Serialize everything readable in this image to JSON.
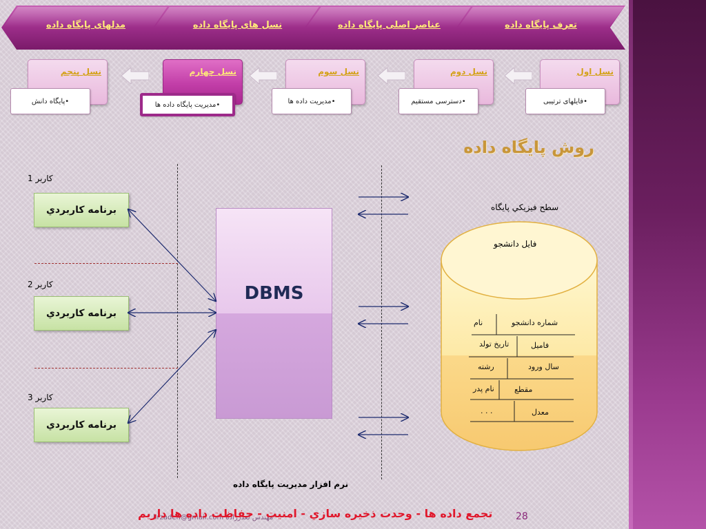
{
  "tabs": [
    {
      "label": "مدلهای پایگاه داده"
    },
    {
      "label": "نسل های پایگاه داده"
    },
    {
      "label": "عناصر اصلی پایگاه داده"
    },
    {
      "label": "تعرف پایگاه داده"
    }
  ],
  "generations": [
    {
      "label": "نسل پنجم",
      "sub": "•پایگاه دانش"
    },
    {
      "label": "نسل چهارم",
      "sub": "•مدیریت پایگاه داده ها"
    },
    {
      "label": "نسل سوم",
      "sub": "•مدیریت داده ها"
    },
    {
      "label": "نسل دوم",
      "sub": "•دسترسی مستقیم"
    },
    {
      "label": "نسل اول",
      "sub": "•فایلهای ترتیبی"
    }
  ],
  "slide_title": "روش پایگاه داده",
  "users": [
    {
      "label": "کاربر 1",
      "app": "برنامه کاربردي"
    },
    {
      "label": "کاربر 2",
      "app": "برنامه کاربردي"
    },
    {
      "label": "کاربر 3",
      "app": "برنامه کاربردي"
    }
  ],
  "dbms_label": "DBMS",
  "physical_label": "سطح فيزيکي پايگاه",
  "file_label": "فايل دانشجو",
  "fields": {
    "student_no": "شماره دانشجو",
    "name": "نام",
    "family": "فاميل",
    "birth_date": "تاريخ تولد",
    "entry_year": "سال ورود",
    "major": "رشته",
    "level": "مقطع",
    "father_name": "نام پدر",
    "gpa": "معدل",
    "etc": ". . ."
  },
  "dbms_software_label": "نرم افزار مديريت پايگاه داده",
  "footer": "تجمع داده ها - وحدت ذخيره سازي - امنيت - حفاظت داده ها داريم",
  "author": "lirzadeh@gmail.com مهندس لعدرزاده",
  "page_number": "28"
}
